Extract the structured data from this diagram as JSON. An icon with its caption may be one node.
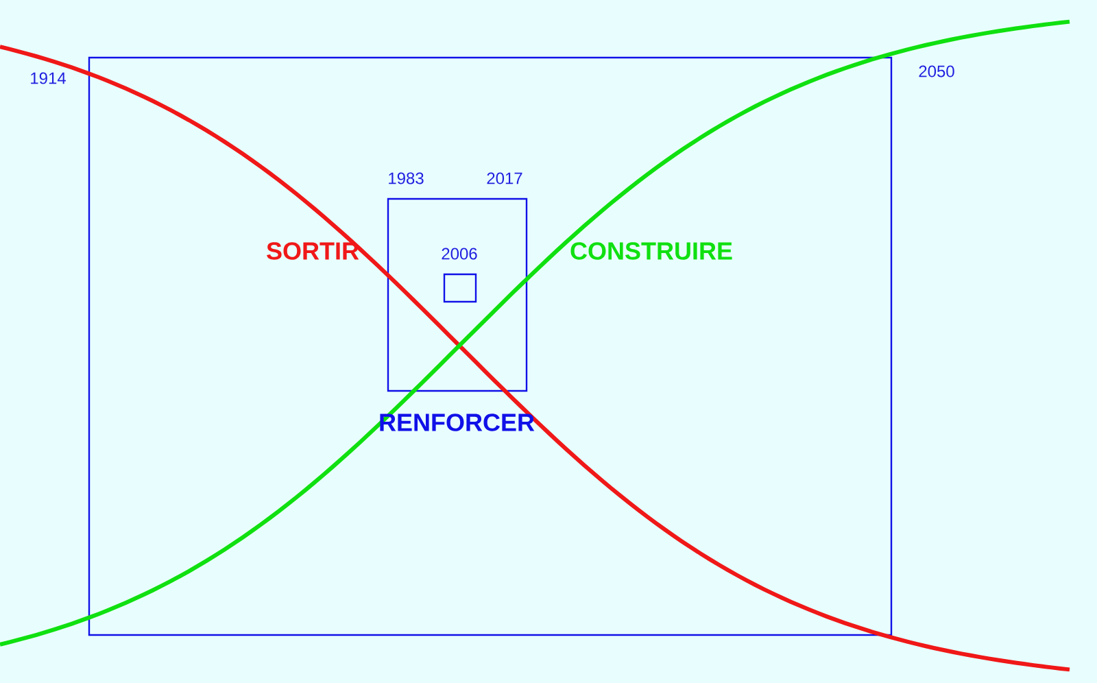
{
  "diagram": {
    "labels": [
      "1914",
      "2050",
      "1983",
      "2017",
      "2006",
      "SORTIR",
      "CONSTRUIRE",
      "RENFORCER"
    ]
  }
}
